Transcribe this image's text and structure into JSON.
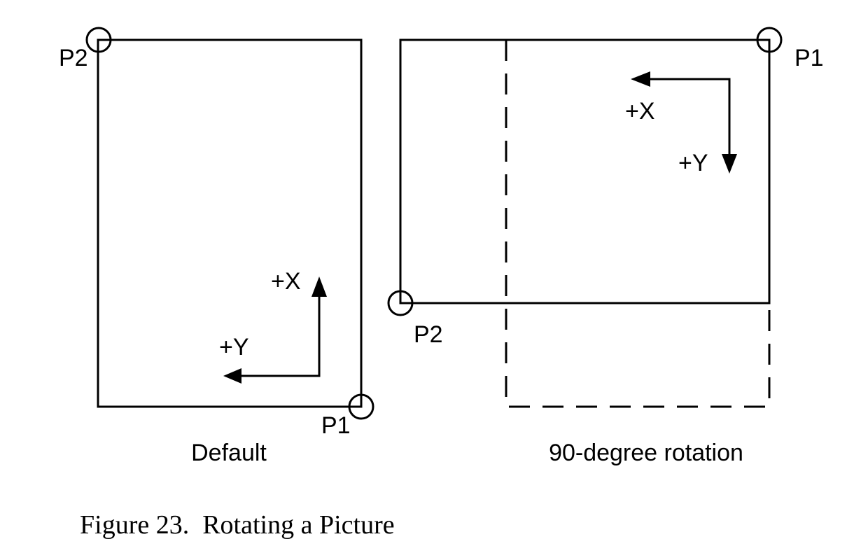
{
  "panels": {
    "default": {
      "caption": "Default",
      "point_top": "P2",
      "point_bottom": "P1",
      "axis_x": "+X",
      "axis_y": "+Y"
    },
    "rotated": {
      "caption": "90-degree rotation",
      "point_top": "P1",
      "point_bottom": "P2",
      "axis_x": "+X",
      "axis_y": "+Y"
    }
  },
  "figure_caption": "Figure 23.  Rotating a Picture",
  "colors": {
    "ink": "#000000",
    "background": "#ffffff"
  }
}
